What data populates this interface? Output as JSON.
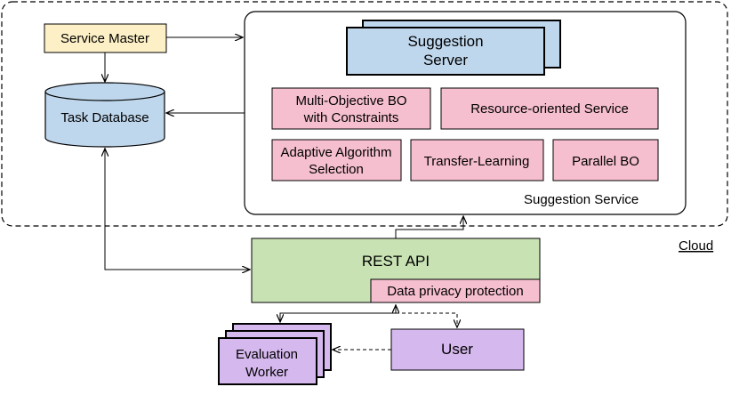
{
  "nodes": {
    "service_master": "Service Master",
    "task_database": "Task Database",
    "suggestion_server": [
      "Suggestion",
      "Server"
    ],
    "mobo": [
      "Multi-Objective BO",
      "with Constraints"
    ],
    "resource_service": "Resource-oriented Service",
    "adaptive_algorithm": [
      "Adaptive Algorithm",
      "Selection"
    ],
    "transfer_learning": "Transfer-Learning",
    "parallel_bo": "Parallel BO",
    "suggestion_service": "Suggestion Service",
    "cloud": "Cloud",
    "rest_api": "REST API",
    "privacy": "Data privacy protection",
    "evaluation_worker": [
      "Evaluation",
      "Worker"
    ],
    "user": "User"
  },
  "colors": {
    "service_master_fill": "#fdf0c6",
    "database_fill": "#bfd7ed",
    "server_fill": "#bfd7ed",
    "module_fill": "#f6bfd0",
    "rest_api_fill": "#c8e2b4",
    "privacy_fill": "#f6bfd0",
    "worker_fill": "#d5b8ee",
    "user_fill": "#d5b8ee"
  }
}
